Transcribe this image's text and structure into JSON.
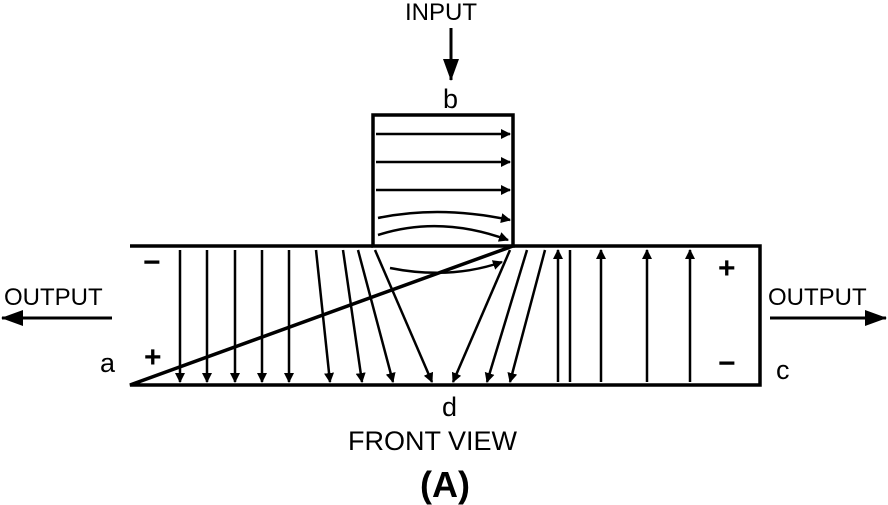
{
  "diagram": {
    "input_label": "INPUT",
    "output_left_label": "OUTPUT",
    "output_right_label": "OUTPUT",
    "port_a": "a",
    "port_b": "b",
    "port_c": "c",
    "port_d": "d",
    "view_label": "FRONT VIEW",
    "figure_label": "(A)",
    "signs": {
      "left_top": "−",
      "left_bottom": "+",
      "right_top": "+",
      "right_bottom": "−"
    }
  }
}
